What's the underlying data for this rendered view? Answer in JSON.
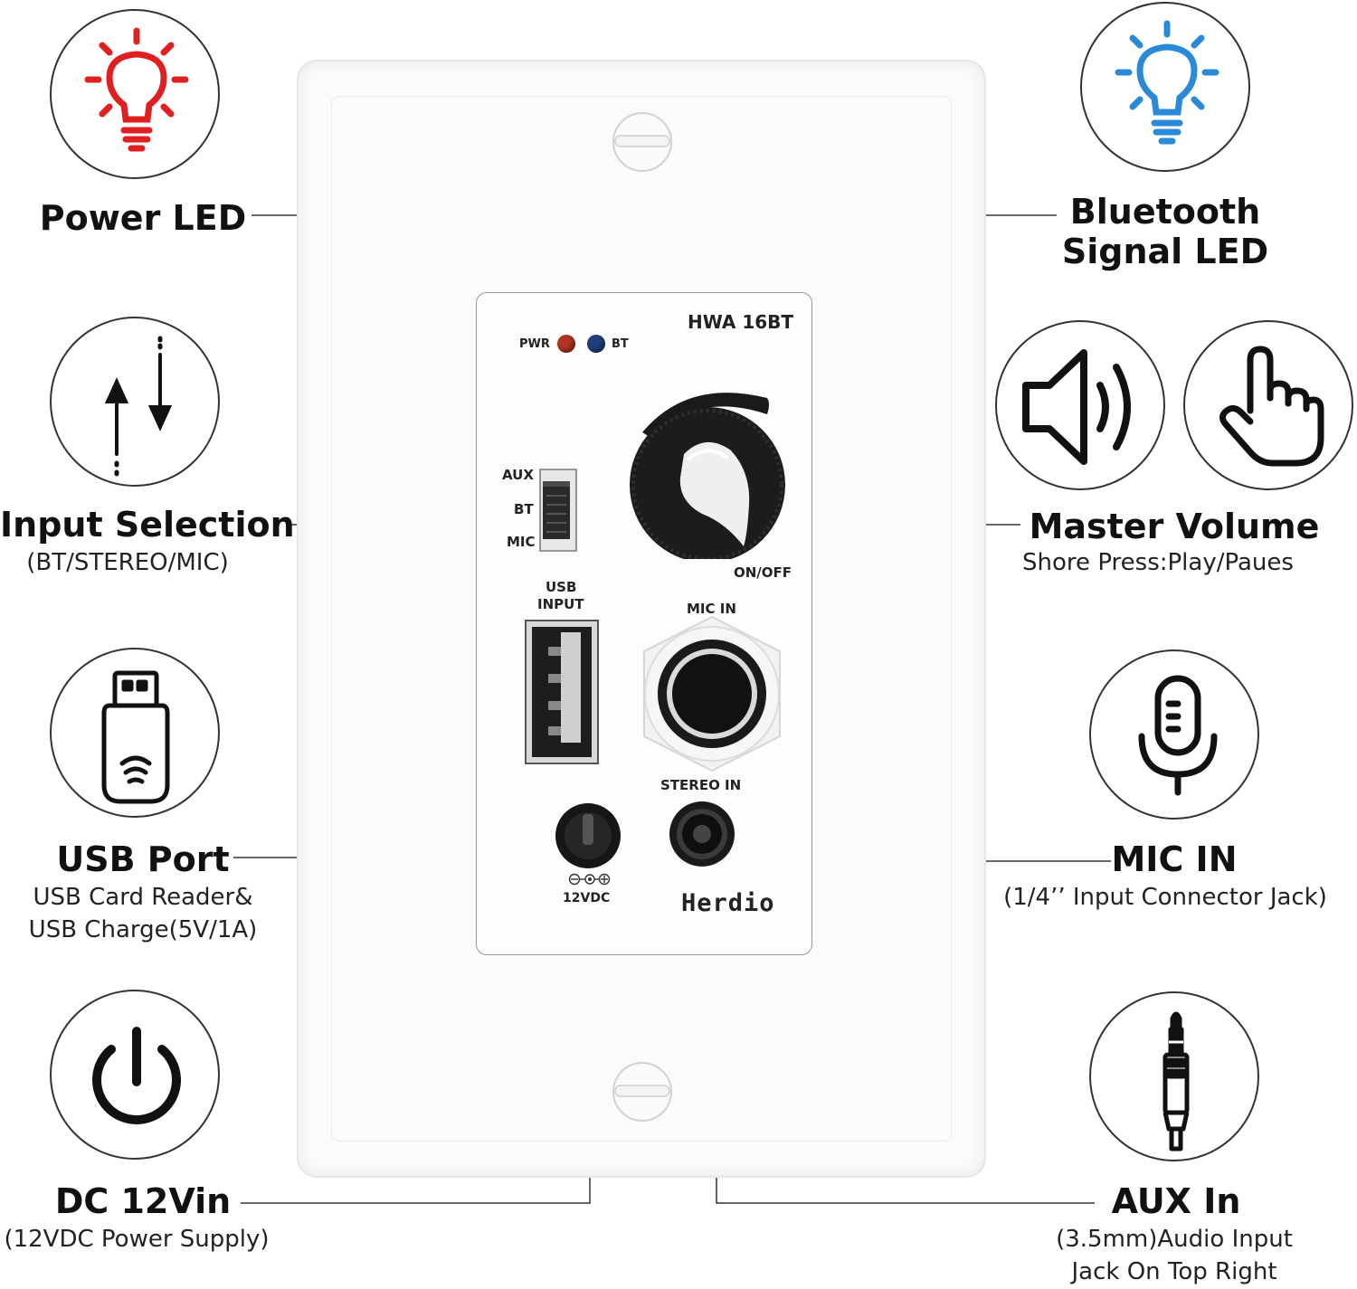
{
  "features": {
    "power_led": {
      "title": "Power LED"
    },
    "bt_led": {
      "title_line1": "Bluetooth",
      "title_line2": "Signal LED"
    },
    "input_selection": {
      "title": "Input Selection",
      "subtitle": "(BT/STEREO/MIC)"
    },
    "master_volume": {
      "title": "Master Volume",
      "subtitle": "Shore Press:Play/Paues"
    },
    "usb_port": {
      "title": "USB Port",
      "subtitle_line1": "USB Card Reader&",
      "subtitle_line2": "USB Charge(5V/1A)"
    },
    "mic_in": {
      "title": "MIC IN",
      "subtitle": "(1/4’’ Input Connector Jack)"
    },
    "dc_in": {
      "title": "DC 12Vin",
      "subtitle": "(12VDC Power Supply)"
    },
    "aux_in": {
      "title": "AUX In",
      "subtitle_line1": "(3.5mm)Audio Input",
      "subtitle_line2": "Jack On Top Right"
    }
  },
  "panel": {
    "model": "HWA 16BT",
    "led_pwr": "PWR",
    "led_bt": "BT",
    "switch_aux": "AUX",
    "switch_bt": "BT",
    "switch_mic": "MIC",
    "knob_label": "ON/OFF",
    "usb_line1": "USB",
    "usb_line2": "INPUT",
    "mic_label": "MIC IN",
    "stereo_label": "STEREO IN",
    "dc_label": "12VDC",
    "brand": "Herdio"
  },
  "colors": {
    "power_icon": "#e02020",
    "bt_icon": "#2a8ad8",
    "pwr_led": "#b23420",
    "bt_led": "#1f3f78",
    "ink": "#111111"
  },
  "icons": [
    "lightbulb-icon",
    "lightbulb-icon",
    "input-switch-arrows-icon",
    "speaker-icon",
    "touch-hand-icon",
    "usb-drive-icon",
    "microphone-icon",
    "power-icon",
    "aux-plug-icon"
  ]
}
